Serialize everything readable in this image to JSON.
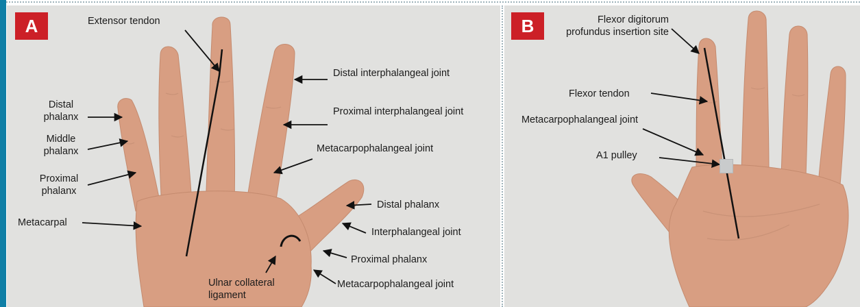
{
  "panels": [
    {
      "badge": "A",
      "labels": {
        "extensor_tendon": "Extensor tendon",
        "distal_interphalangeal": "Distal interphalangeal joint",
        "proximal_interphalangeal": "Proximal interphalangeal joint",
        "metacarpophalangeal": "Metacarpophalangeal joint",
        "distal_phalanx_finger": "Distal phalanx",
        "middle_phalanx": "Middle phalanx",
        "proximal_phalanx_finger": "Proximal phalanx",
        "metacarpal": "Metacarpal",
        "distal_phalanx_thumb": "Distal phalanx",
        "interphalangeal_joint": "Interphalangeal joint",
        "proximal_phalanx_thumb": "Proximal phalanx",
        "ulnar_collateral_ligament": "Ulnar collateral ligament",
        "metacarpophalangeal_thumb": "Metacarpophalangeal joint"
      }
    },
    {
      "badge": "B",
      "labels": {
        "fdp_insertion": "Flexor digitorum profundus insertion site",
        "flexor_tendon": "Flexor tendon",
        "metacarpophalangeal": "Metacarpophalangeal joint",
        "a1_pulley": "A1 pulley"
      }
    }
  ],
  "colors": {
    "background": "#e1e1df",
    "skin": "#d89e82",
    "badge": "#cc2027",
    "edge_bar": "#0f7fa6"
  }
}
